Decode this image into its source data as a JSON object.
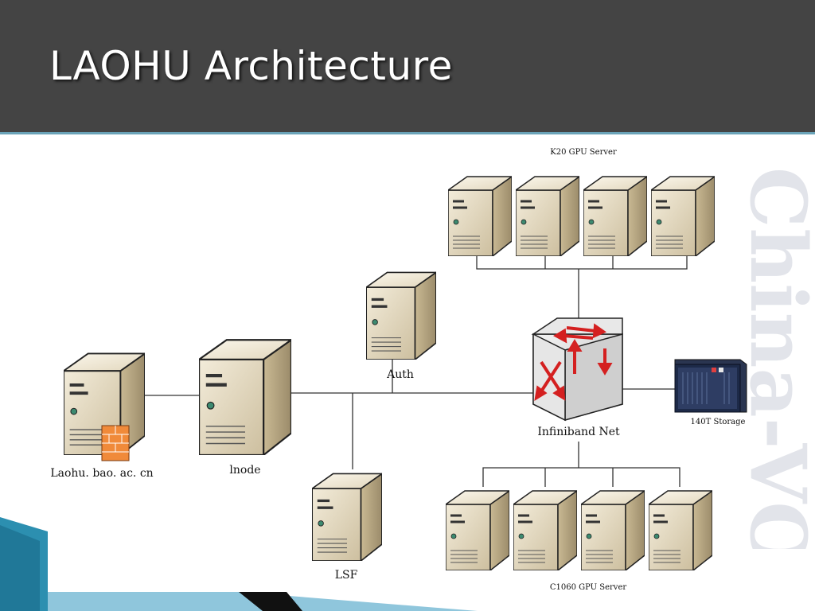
{
  "slide": {
    "title": "LAOHU Architecture"
  },
  "watermark": {
    "text": "China-VO"
  },
  "diagram": {
    "nodes": {
      "web": {
        "label": "Laohu. bao. ac. cn"
      },
      "lnode": {
        "label": "lnode"
      },
      "auth": {
        "label": "Auth"
      },
      "lsf": {
        "label": "LSF"
      },
      "switch": {
        "label": "Infiniband Net"
      },
      "storage": {
        "label": "140T Storage"
      },
      "k20": {
        "label": "K20 GPU Server"
      },
      "c1060": {
        "label": "C1060 GPU Server"
      }
    }
  },
  "colors": {
    "title_bar": "#444444",
    "server_front": "#e6dcc4",
    "server_side": "#b9a98a",
    "switch_arrows": "#d42020",
    "line": "#333333"
  }
}
